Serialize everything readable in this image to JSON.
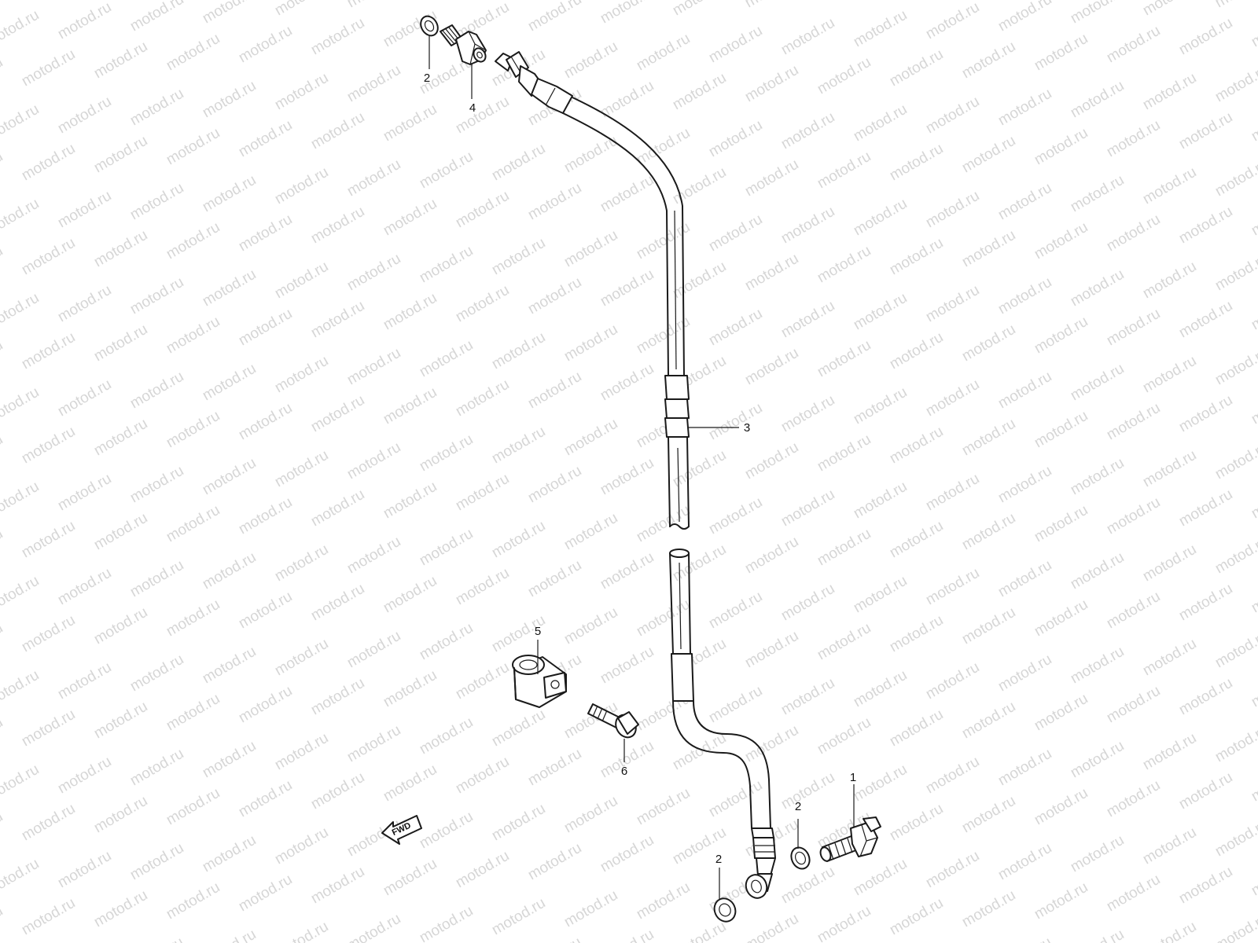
{
  "watermark": {
    "text": "motod.ru",
    "color": "#d6d6d6"
  },
  "callouts": [
    {
      "id": "c2a",
      "label": "2"
    },
    {
      "id": "c4",
      "label": "4"
    },
    {
      "id": "c3",
      "label": "3"
    },
    {
      "id": "c5",
      "label": "5"
    },
    {
      "id": "c6",
      "label": "6"
    },
    {
      "id": "c1",
      "label": "1"
    },
    {
      "id": "c2b",
      "label": "2"
    },
    {
      "id": "c2c",
      "label": "2"
    }
  ],
  "fwd_indicator": {
    "label": "FWD"
  },
  "icons": [
    "banjo-bolt-icon",
    "washer-icon",
    "union-nut-icon",
    "brake-hose-icon",
    "hose-clamp-icon",
    "clamp-bolt-icon",
    "fwd-arrow-icon"
  ]
}
